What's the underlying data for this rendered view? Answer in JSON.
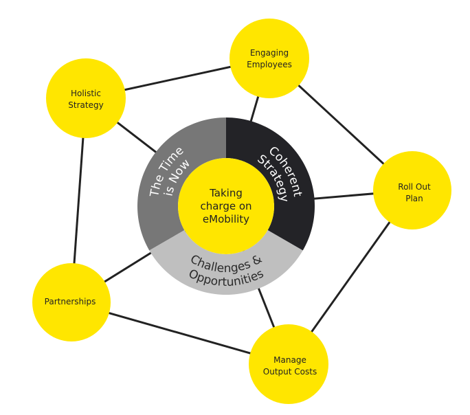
{
  "colors": {
    "yellow": "#ffe600",
    "dark_gray": "#777777",
    "black": "#232327",
    "light_gray": "#bfbfbf",
    "line": "#222222"
  },
  "center": {
    "lines": [
      "Taking",
      "charge on",
      "eMobility"
    ]
  },
  "ring": [
    {
      "id": "time",
      "lines": [
        "The Time",
        "is Now"
      ]
    },
    {
      "id": "coherent",
      "lines": [
        "Coherent",
        "Strategy"
      ]
    },
    {
      "id": "challenges",
      "lines": [
        "Challenges &",
        "Opportunities"
      ]
    }
  ],
  "nodes": [
    {
      "id": "holistic",
      "lines": [
        "Holistic",
        "Strategy"
      ]
    },
    {
      "id": "engaging",
      "lines": [
        "Engaging",
        "Employees"
      ]
    },
    {
      "id": "rollout",
      "lines": [
        "Roll Out",
        "Plan"
      ]
    },
    {
      "id": "partnerships",
      "lines": [
        "Partnerships"
      ]
    },
    {
      "id": "manage",
      "lines": [
        "Manage",
        "Output Costs"
      ]
    }
  ]
}
